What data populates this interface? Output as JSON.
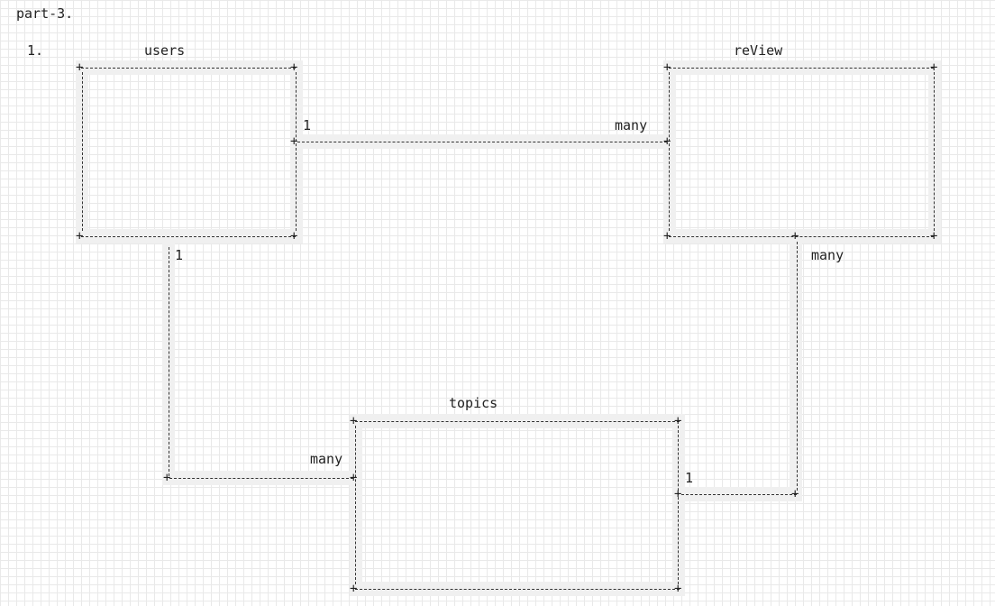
{
  "header": {
    "title": "part-3.",
    "item_number": "1."
  },
  "entities": {
    "users": "users",
    "review": "reView",
    "topics": "topics"
  },
  "relationships": [
    {
      "from": "users",
      "to": "reView",
      "from_card": "1",
      "to_card": "many"
    },
    {
      "from": "users",
      "to": "topics",
      "from_card": "1",
      "to_card": "many"
    },
    {
      "from": "topics",
      "to": "reView",
      "from_card": "1",
      "to_card": "many"
    }
  ],
  "colors": {
    "line": "#333333",
    "highlight": "#f0f0f0",
    "grid": "#e9e9e9"
  }
}
